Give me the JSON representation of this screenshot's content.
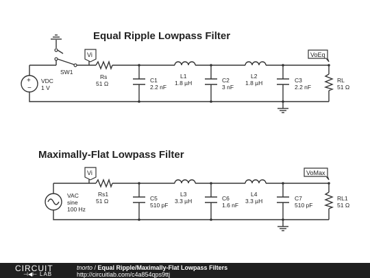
{
  "circuit1": {
    "title": "Equal Ripple Lowpass Filter",
    "source": {
      "name": "VDC",
      "value": "1 V"
    },
    "switch": {
      "name": "SW1"
    },
    "input_flag": "Vi",
    "output_flag": "VoEq",
    "rs": {
      "name": "Rs",
      "value": "51 Ω"
    },
    "c1": {
      "name": "C1",
      "value": "2.2 nF"
    },
    "l1": {
      "name": "L1",
      "value": "1.8 µH"
    },
    "c2": {
      "name": "C2",
      "value": "3 nF"
    },
    "l2": {
      "name": "L2",
      "value": "1.8 µH"
    },
    "c3": {
      "name": "C3",
      "value": "2.2 nF"
    },
    "rl": {
      "name": "RL",
      "value": "51 Ω"
    }
  },
  "circuit2": {
    "title": "Maximally-Flat Lowpass Filter",
    "source": {
      "name": "VAC",
      "value": "sine",
      "freq": "100 Hz"
    },
    "input_flag": "Vi",
    "output_flag": "VoMax",
    "rs": {
      "name": "Rs1",
      "value": "51 Ω"
    },
    "c5": {
      "name": "C5",
      "value": "510 pF"
    },
    "l3": {
      "name": "L3",
      "value": "3.3 µH"
    },
    "c6": {
      "name": "C6",
      "value": "1.6 nF"
    },
    "l4": {
      "name": "L4",
      "value": "3.3 µH"
    },
    "c7": {
      "name": "C7",
      "value": "510 pF"
    },
    "rl": {
      "name": "RL1",
      "value": "51 Ω"
    }
  },
  "footer": {
    "logo_top": "CIRCUIT",
    "logo_bottom": "LAB",
    "author": "tnorto",
    "separator": " / ",
    "circuit_title": "Equal Ripple/Maximally-Flat Lowpass Filters",
    "url": "http://circuitlab.com/c4a854qps9ttj"
  }
}
